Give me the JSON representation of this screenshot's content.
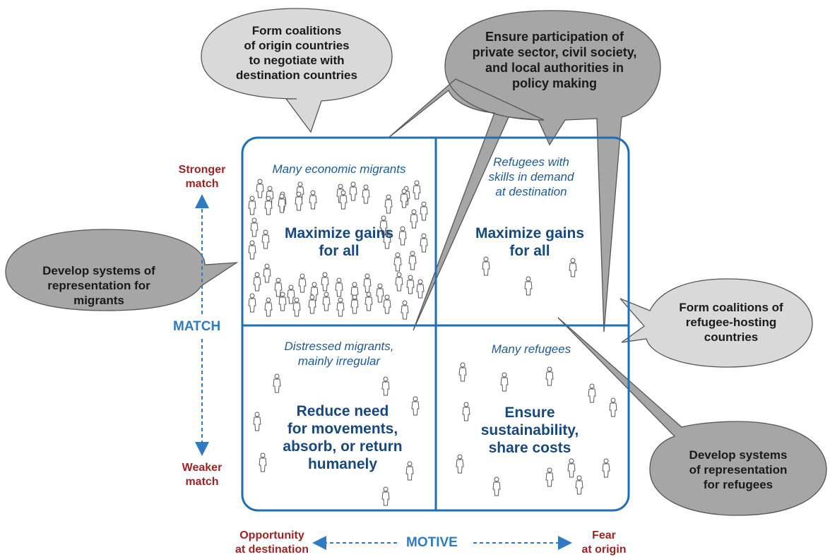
{
  "axes": {
    "vertical_title": "MATCH",
    "vertical_top": "Stronger\nmatch",
    "vertical_bottom": "Weaker\nmatch",
    "horizontal_title": "MOTIVE",
    "horizontal_left": "Opportunity\nat destination",
    "horizontal_right": "Fear\nat origin"
  },
  "quadrants": {
    "top_left": {
      "group": "Many economic migrants",
      "policy": "Maximize gains\nfor all"
    },
    "top_right": {
      "group": "Refugees with\nskills in demand\nat destination",
      "policy": "Maximize gains\nfor all"
    },
    "bottom_left": {
      "group": "Distressed migrants,\nmainly irregular",
      "policy": "Reduce need\nfor movements,\nabsorb, or return\nhumanely"
    },
    "bottom_right": {
      "group": "Many refugees",
      "policy": "Ensure\nsustainability,\nshare costs"
    }
  },
  "bubbles": {
    "origin_coalitions": "Form coalitions\nof origin countries\nto negotiate with\ndestination countries",
    "participation": "Ensure participation of\nprivate sector, civil society,\nand local authorities in\npolicy making",
    "migrant_representation": "Develop systems of\nrepresentation for\nmigrants",
    "refugee_host_coalitions": "Form coalitions of\nrefugee-hosting\ncountries",
    "refugee_representation": "Develop systems\nof representation\nfor refugees"
  },
  "colors": {
    "frame_blue": "#1f6fb8",
    "arrow_blue": "#2f7ac1",
    "text_blue": "#17497f",
    "axis_red": "#9b2424",
    "bubble_light": "#d9d9d9",
    "bubble_dark": "#a6a6a6"
  },
  "icon": "person-icon"
}
